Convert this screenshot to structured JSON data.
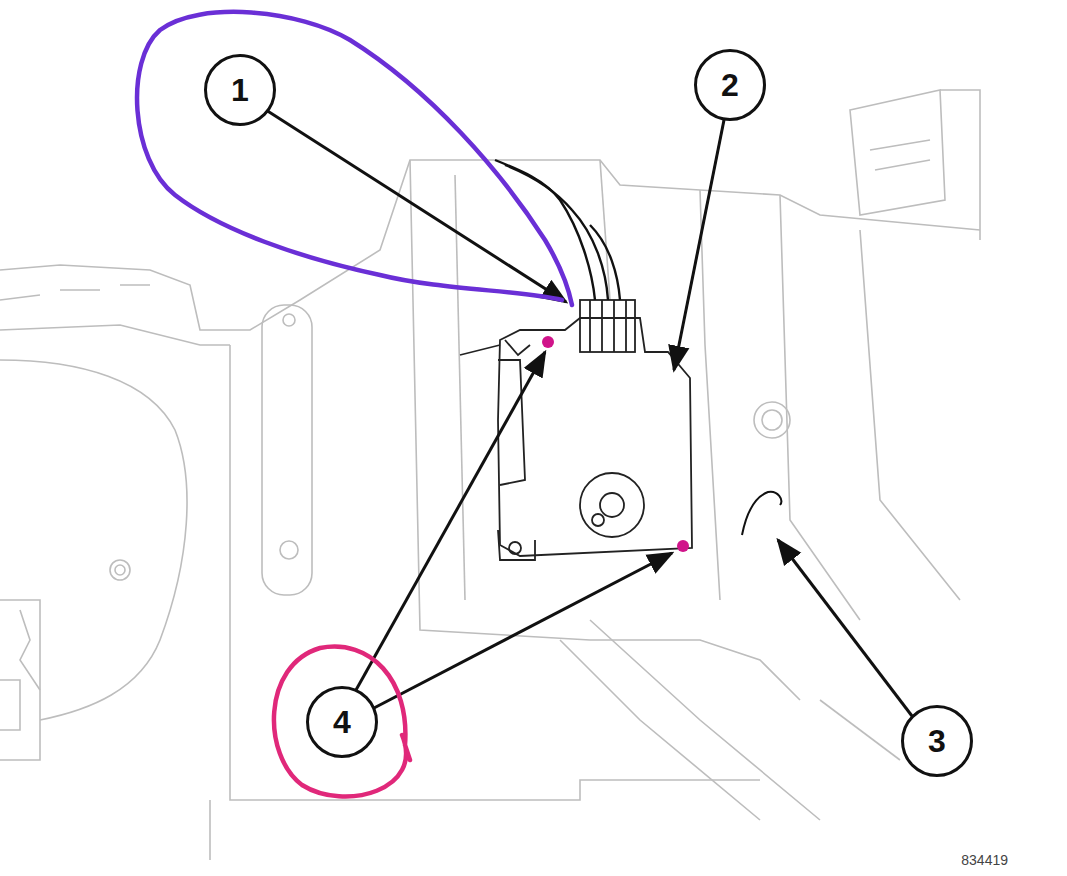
{
  "diagram": {
    "nodes": [
      {
        "text": [
          "1"
        ]
      },
      {
        "text": [
          "2"
        ]
      },
      {
        "text": [
          "4"
        ]
      },
      {
        "text": [
          "3"
        ]
      }
    ],
    "labels": [
      "834419"
    ]
  }
}
